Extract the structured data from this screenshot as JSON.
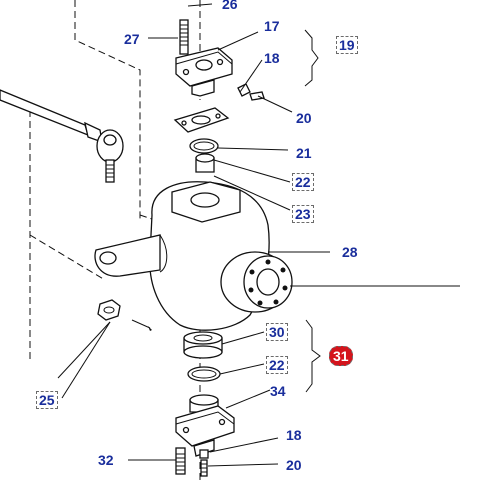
{
  "diagram": {
    "callouts": [
      {
        "id": "c26",
        "text": "26",
        "style": "plain"
      },
      {
        "id": "c17",
        "text": "17",
        "style": "plain"
      },
      {
        "id": "c27",
        "text": "27",
        "style": "plain"
      },
      {
        "id": "c19",
        "text": "19",
        "style": "boxed"
      },
      {
        "id": "c18a",
        "text": "18",
        "style": "plain"
      },
      {
        "id": "c20a",
        "text": "20",
        "style": "plain"
      },
      {
        "id": "c21",
        "text": "21",
        "style": "plain"
      },
      {
        "id": "c22a",
        "text": "22",
        "style": "boxed"
      },
      {
        "id": "c23",
        "text": "23",
        "style": "boxed"
      },
      {
        "id": "c28",
        "text": "28",
        "style": "plain"
      },
      {
        "id": "c30",
        "text": "30",
        "style": "boxed"
      },
      {
        "id": "c31",
        "text": "31",
        "style": "highlight"
      },
      {
        "id": "c22b",
        "text": "22",
        "style": "boxed"
      },
      {
        "id": "c34",
        "text": "34",
        "style": "plain"
      },
      {
        "id": "c25",
        "text": "25",
        "style": "boxed"
      },
      {
        "id": "c18b",
        "text": "18",
        "style": "plain"
      },
      {
        "id": "c32",
        "text": "32",
        "style": "plain"
      },
      {
        "id": "c20b",
        "text": "20",
        "style": "plain"
      }
    ],
    "colors": {
      "label": "#1a2e9c",
      "highlight": "#d4141c",
      "line": "#111111"
    }
  }
}
